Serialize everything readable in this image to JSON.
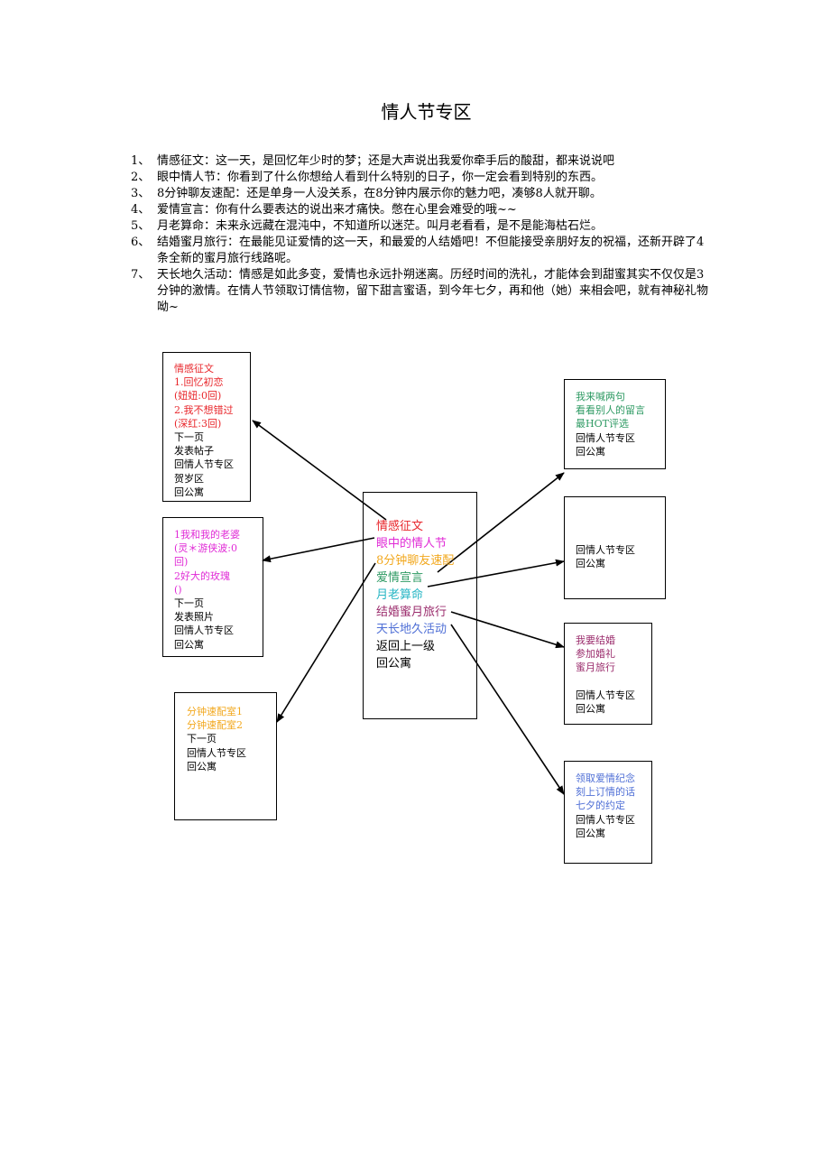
{
  "title": "情人节专区",
  "items": [
    {
      "num": "1、",
      "text": "情感征文：这一天，是回忆年少时的梦；还是大声说出我爱你牵手后的酸甜，都来说说吧"
    },
    {
      "num": "2、",
      "text": "眼中情人节：你看到了什么你想给人看到什么特别的日子，你一定会看到特别的东西。"
    },
    {
      "num": "3、",
      "text": "8分钟聊友速配：还是单身一人没关系，在8分钟内展示你的魅力吧，凑够8人就开聊。"
    },
    {
      "num": "4、",
      "text": "爱情宣言：你有什么要表达的说出来才痛快。憋在心里会难受的哦~~"
    },
    {
      "num": "5、",
      "text": "月老算命：未来永远藏在混沌中，不知道所以迷茫。叫月老看看，是不是能海枯石烂。"
    },
    {
      "num": "6、",
      "text": "结婚蜜月旅行：在最能见证爱情的这一天，和最爱的人结婚吧！不但能接受亲朋好友的祝福，还新开辟了4条全新的蜜月旅行线路呢。"
    },
    {
      "num": "7、",
      "text": "天长地久活动：情感是如此多变，爱情也永远扑朔迷离。历经时间的洗礼，才能体会到甜蜜其实不仅仅是3分钟的激情。在情人节领取订情信物，留下甜言蜜语，到今年七夕，再和他（她）来相会吧，就有神秘礼物呦~"
    }
  ],
  "center_menu": [
    "情感征文",
    "眼中的情人节",
    "8分钟聊友速配",
    "爱情宣言",
    "月老算命",
    "结婚蜜月旅行",
    "天长地久活动",
    "返回上一级",
    "回公寓"
  ],
  "box_essay": [
    "情感征文",
    "1.回忆初恋",
    "(妞妞:0回)",
    "2.我不想错过",
    "(深红:3回)",
    "下一页",
    "发表帖子",
    "回情人节专区",
    "贺岁区",
    "回公寓"
  ],
  "box_eyes": [
    "1我和我的老婆",
    "(灵＊游侠波:0",
    "回)",
    "2好大的玫瑰",
    "()",
    "下一页",
    "发表照片",
    "回情人节专区",
    "回公寓"
  ],
  "box_speed": [
    "分钟速配室1",
    "分钟速配室2",
    "下一页",
    "回情人节专区",
    "回公寓"
  ],
  "box_declare": [
    "我来喊两句",
    "看看别人的留言",
    "最HOT评选",
    "回情人节专区",
    "回公寓"
  ],
  "box_fortune": [
    "回情人节专区",
    "回公寓"
  ],
  "box_wedding": [
    "我要结婚",
    "参加婚礼",
    "蜜月旅行",
    "",
    "回情人节专区",
    "回公寓"
  ],
  "box_forever": [
    "领取爱情纪念",
    "刻上订情的话",
    "七夕的约定",
    "回情人节专区",
    "回公寓"
  ],
  "colors": {
    "red": "#e8262b",
    "magenta": "#e02ad6",
    "orange": "#f2a81e",
    "green": "#2e9a63",
    "teal": "#27b6c4",
    "plum": "#9b2d6d",
    "blue": "#4f6fd6"
  }
}
